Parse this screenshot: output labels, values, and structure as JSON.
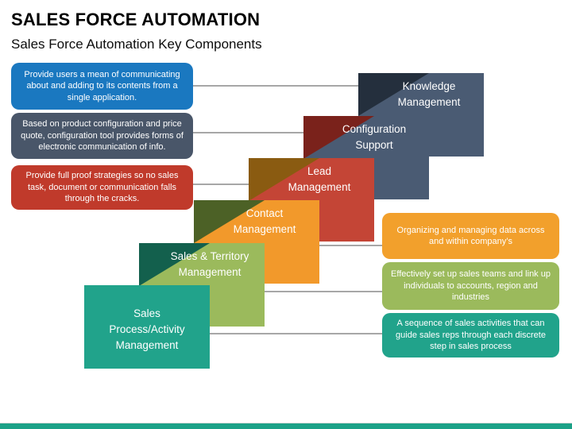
{
  "slide": {
    "title": "SALES FORCE AUTOMATION",
    "subtitle": "Sales Force Automation Key Components"
  },
  "colors": {
    "blue": "#1a78c0",
    "slate_note": "#495669",
    "red_note": "#c03a2b",
    "orange": "#f2a02c",
    "light_green": "#9bba5c",
    "teal": "#21a38b",
    "stair_slate": "#4a5b73",
    "stair_red": "#c44536",
    "stair_orange": "#f2992b",
    "fold_navy": "#242f3d",
    "fold_maroon": "#7a221b",
    "fold_brown": "#8a5b11",
    "fold_olive": "#4c6126",
    "fold_dark_teal": "#13604d",
    "connector_gray": "#a7a7a7",
    "footer_teal": "#1ba187"
  },
  "stairs": {
    "items": [
      {
        "label": "Knowledge\nManagement",
        "color": "#4a5b73",
        "fold_color": "#242f3d"
      },
      {
        "label": "Configuration\nSupport",
        "color": "#4a5b73",
        "fold_color": "#7a221b"
      },
      {
        "label": "Lead\nManagement",
        "color": "#c44536",
        "fold_color": "#8a5b11"
      },
      {
        "label": "Contact\nManagement",
        "color": "#f2992b",
        "fold_color": "#4c6126"
      },
      {
        "label": "Sales & Territory\nManagement",
        "color": "#9bba5c",
        "fold_color": "#13604d"
      },
      {
        "label": "Sales\nProcess/Activity\nManagement",
        "color": "#21a38b",
        "fold_color": ""
      }
    ]
  },
  "left_notes": [
    {
      "text": "Provide users a mean of communicating about and adding to  its contents from a single application.",
      "color": "#1a78c0"
    },
    {
      "text": "Based on product  configuration and price quote, configuration tool provides forms of electronic communication of info.",
      "color": "#495669"
    },
    {
      "text": "Provide full proof strategies so no sales task, document or communication falls through the cracks.",
      "color": "#c03a2b"
    }
  ],
  "right_notes": [
    {
      "text": "Organizing and managing data across and within company’s",
      "color": "#f2a02c"
    },
    {
      "text": "Effectively set up sales teams and link up individuals to accounts, region and industries",
      "color": "#9bba5c"
    },
    {
      "text": "A sequence of sales activities that can guide sales reps through each discrete step in sales process",
      "color": "#21a38b"
    }
  ]
}
